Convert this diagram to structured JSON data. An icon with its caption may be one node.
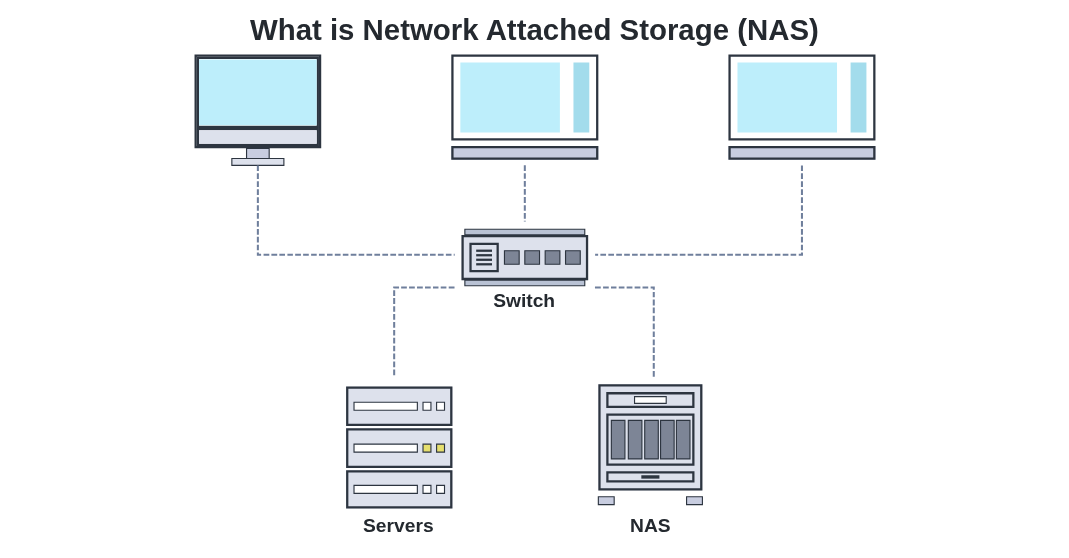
{
  "diagram": {
    "title": "What is Network Attached Storage (NAS)",
    "nodes": [
      {
        "text": [],
        "shape": "picture"
      },
      {
        "text": [],
        "shape": "picture"
      },
      {
        "text": [],
        "shape": "picture"
      },
      {
        "text": [
          "Switch"
        ]
      },
      {
        "text": [
          "Servers"
        ]
      },
      {
        "text": [
          "NAS"
        ]
      }
    ],
    "edges": [
      {
        "from": 0,
        "to": 3,
        "arrow": "none",
        "style": "dashed"
      },
      {
        "from": 1,
        "to": 3,
        "arrow": "none",
        "style": "dashed"
      },
      {
        "from": 2,
        "to": 3,
        "arrow": "none",
        "style": "dashed"
      },
      {
        "from": 3,
        "to": 4,
        "arrow": "none",
        "style": "dashed"
      },
      {
        "from": 3,
        "to": 5,
        "arrow": "none",
        "style": "dashed"
      }
    ]
  }
}
